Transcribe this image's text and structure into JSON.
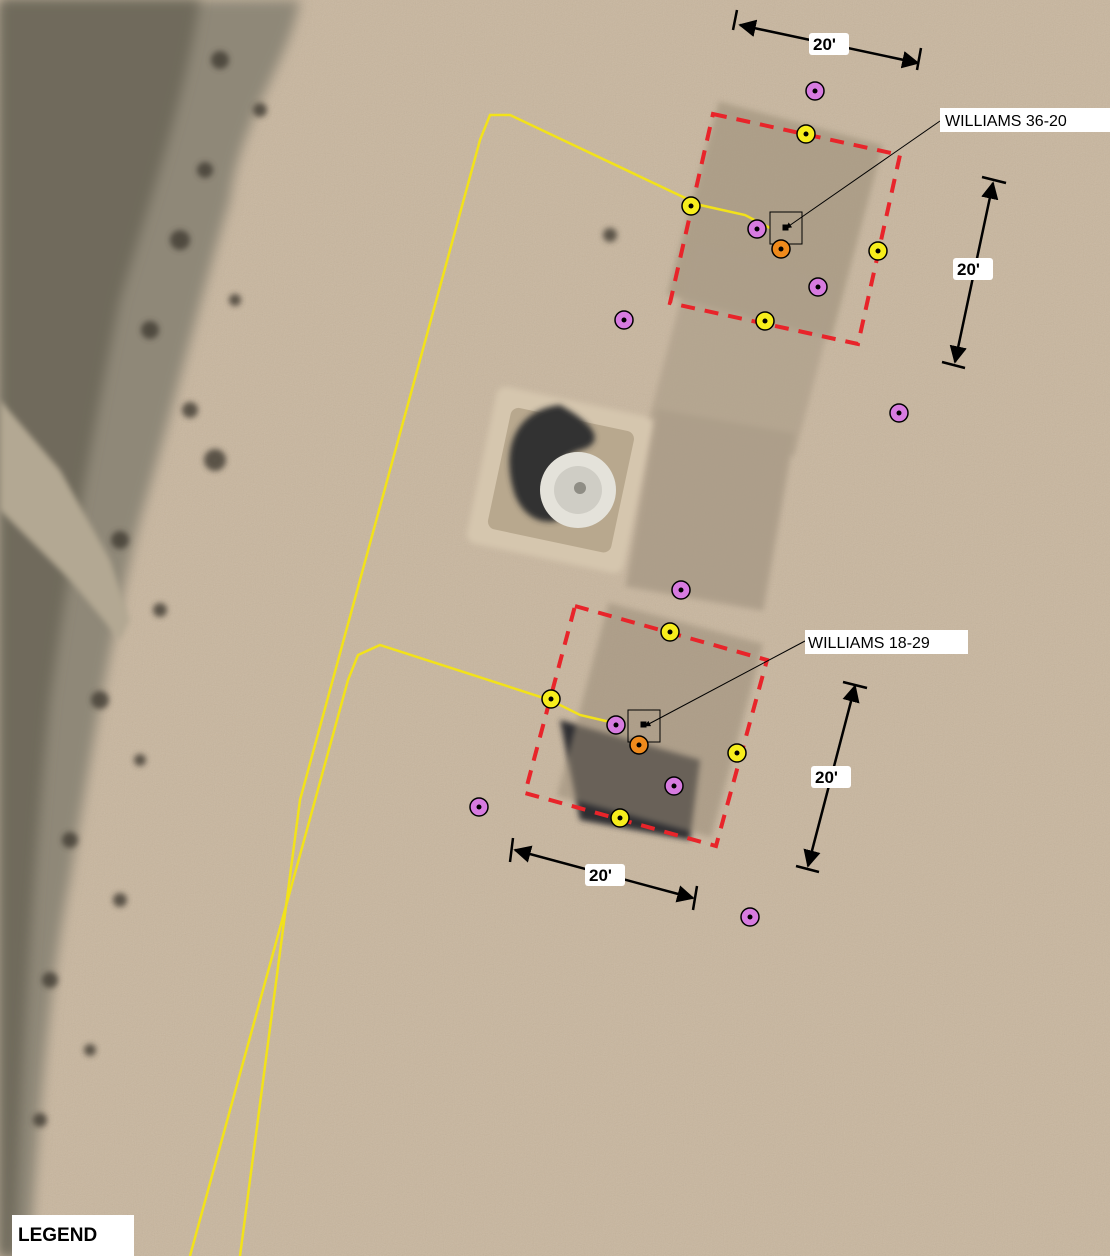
{
  "map": {
    "legend_title": "LEGEND",
    "wells": [
      {
        "name": "WILLIAMS 36-20"
      },
      {
        "name": "WILLIAMS 18-29"
      }
    ],
    "dimensions": {
      "top_width": "20'",
      "top_height": "20'",
      "bottom_height": "20'",
      "bottom_width": "20'"
    },
    "colors": {
      "background": "#c9b79f",
      "vegetation": "#8a8373",
      "pipeline": "#f2e21a",
      "excavation_boundary": "#e8242a",
      "sample_yellow": "#f7ee1c",
      "sample_purple": "#d77be0",
      "wellhead_orange": "#ef8a1c",
      "dimension_lines": "#000000"
    },
    "symbols": {
      "pipeline": "yellow-line",
      "excavation": "red-dashed-square",
      "sample_point_yellow": "yellow-ring-dot",
      "sample_point_purple": "purple-ring-dot",
      "wellhead": "orange-ring-dot"
    }
  }
}
